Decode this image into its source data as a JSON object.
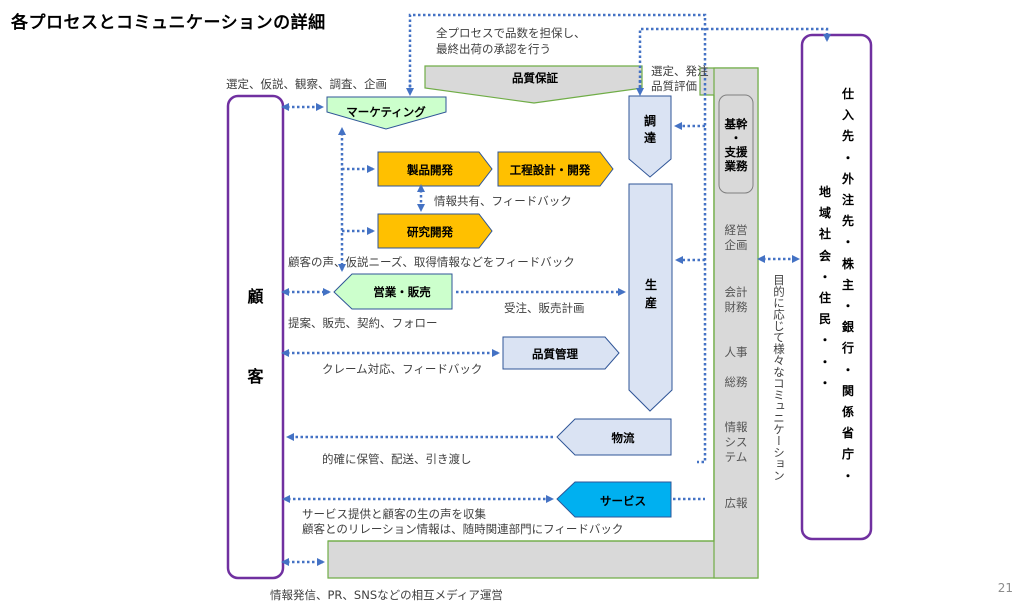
{
  "title": "各プロセスとコミュニケーションの詳細",
  "page_number": "21",
  "colors": {
    "customer_border": "#7030a0",
    "dotted_line": "#4472c4",
    "green_box_fill": "#ccffcc",
    "yellow_box_fill": "#ffc000",
    "blue_box_fill": "#dae3f3",
    "service_fill": "#00b0f0",
    "gray_fill": "#d9d9d9",
    "green_border": "#70ad47",
    "box_border": "#2f5597"
  },
  "customer": {
    "chars": [
      "顧",
      "客"
    ]
  },
  "stakeholders": {
    "column_right": [
      "仕",
      "入",
      "先",
      "・",
      "外",
      "注",
      "先",
      "・",
      "株",
      "主",
      "・",
      "銀",
      "行",
      "・",
      "関",
      "係",
      "省",
      "庁",
      "・"
    ],
    "column_left": [
      "地",
      "域",
      "社",
      "会",
      "・",
      "住",
      "民",
      "・",
      "・",
      "・"
    ]
  },
  "processes": {
    "quality_assurance": "品質保証",
    "marketing": "マーケティング",
    "product_dev": "製品開発",
    "process_design": "工程設計・開発",
    "research_dev": "研究開発",
    "sales": "営業・販売",
    "quality_control": "品質管理",
    "procurement": [
      "調",
      "達"
    ],
    "production": [
      "生",
      "産"
    ],
    "logistics": "物流",
    "service": "サービス"
  },
  "support": {
    "header": [
      "基幹",
      "・",
      "支援",
      "業務"
    ],
    "items": [
      [
        "経営",
        "企画"
      ],
      [
        "会計",
        "財務"
      ],
      [
        "人事"
      ],
      [
        "総務"
      ],
      [
        "情報",
        "システム"
      ],
      [
        "広報"
      ]
    ]
  },
  "labels": {
    "qa_note_line1": "全プロセスで品数を担保し、",
    "qa_note_line2": "最終出荷の承認を行う",
    "marketing_note": "選定、仮説、観察、調査、企画",
    "procurement_note_line1": "選定、発注",
    "procurement_note_line2": "品質評価",
    "rd_note": "情報共有、フィードバック",
    "customer_voice_note": "顧客の声、仮説ニーズ、取得情報などをフィードバック",
    "sales_note": "提案、販売、契約、フォロー",
    "order_note": "受注、販売計画",
    "qc_note": "クレーム対応、フィードバック",
    "logistics_note": "的確に保管、配送、引き渡し",
    "service_note_line1": "サービス提供と顧客の生の声を収集",
    "service_note_line2": "顧客とのリレーション情報は、随時関連部門にフィードバック",
    "pr_note": "情報発信、PR、SNSなどの相互メディア運営",
    "communication_note": "目的に応じて様々なコミュニケーション"
  }
}
